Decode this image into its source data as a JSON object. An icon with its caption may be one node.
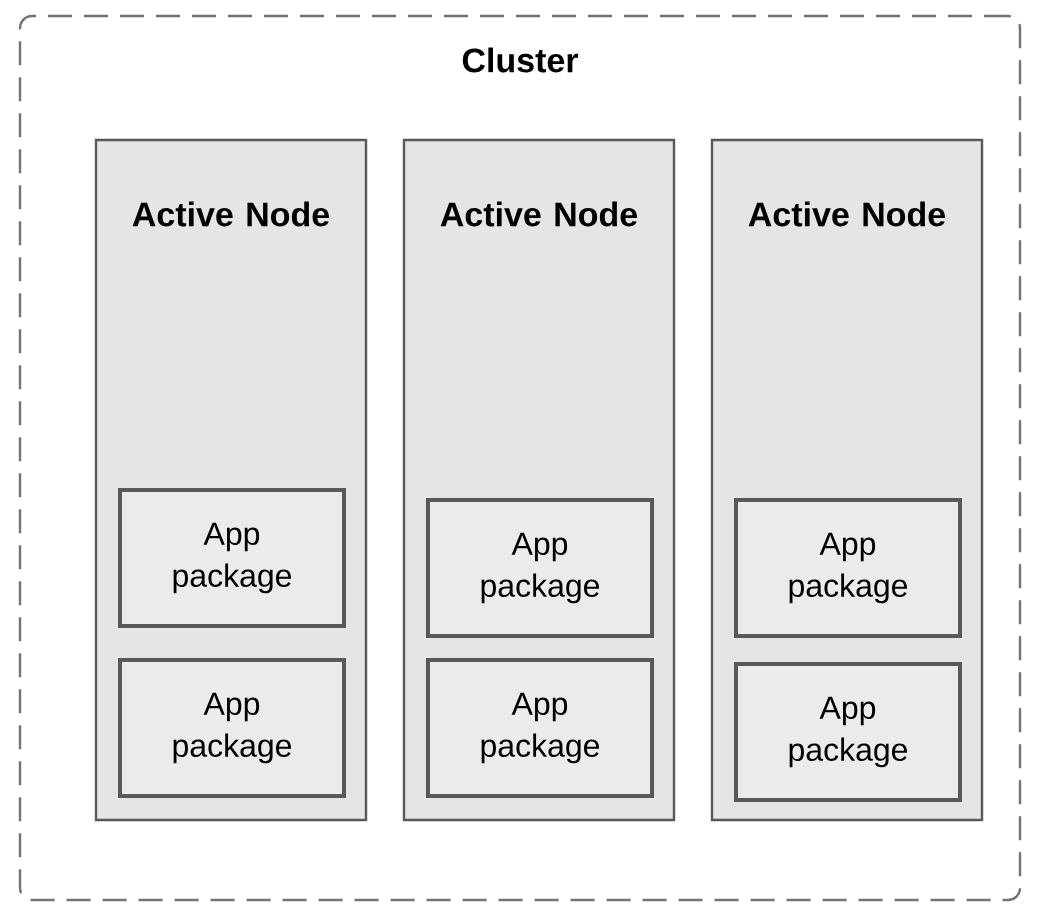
{
  "diagram": {
    "nodes": [
      {
        "text": [
          "Cluster"
        ]
      },
      {
        "text": [
          "Active Node"
        ],
        "in": 0
      },
      {
        "text": [
          "App package"
        ],
        "in": 1
      },
      {
        "text": [
          "App package"
        ],
        "in": 1
      },
      {
        "text": [
          "Active Node"
        ],
        "in": 0
      },
      {
        "text": [
          "App package"
        ],
        "in": 4
      },
      {
        "text": [
          "App package"
        ],
        "in": 4
      },
      {
        "text": [
          "Active Node"
        ],
        "in": 0
      },
      {
        "text": [
          "App package"
        ],
        "in": 7
      },
      {
        "text": [
          "App package"
        ],
        "in": 7
      }
    ]
  }
}
